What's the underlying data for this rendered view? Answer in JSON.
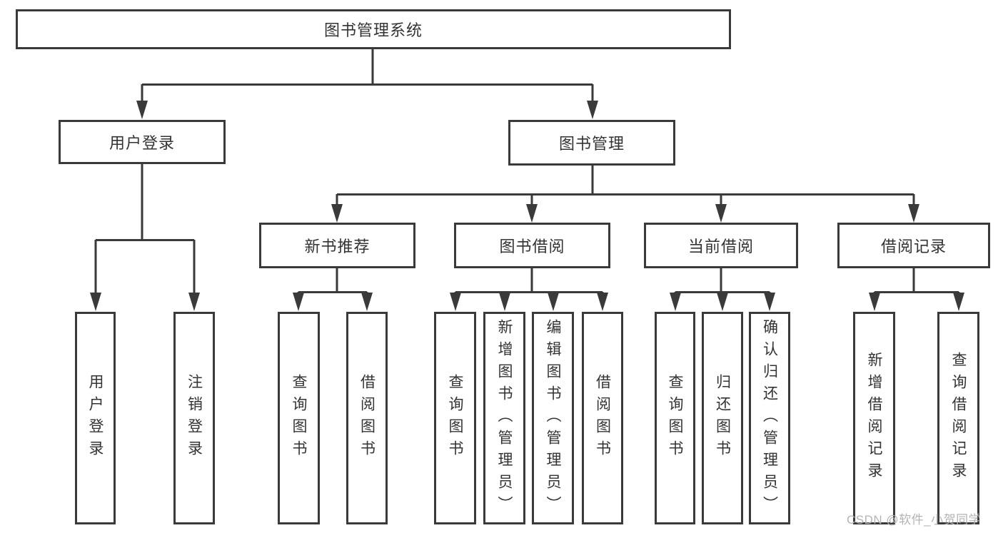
{
  "colors": {
    "line": "#3a3a3a",
    "text": "#333333",
    "background": "#ffffff",
    "watermark": "#b3b3b3"
  },
  "watermark": {
    "text": "CSDN @软件_小贺同学"
  },
  "tree": {
    "label": "图书管理系统",
    "children": [
      {
        "label": "用户登录",
        "children": [
          {
            "label": "用户登录"
          },
          {
            "label": "注销登录"
          }
        ]
      },
      {
        "label": "图书管理",
        "children": [
          {
            "label": "新书推荐",
            "children": [
              {
                "label": "查询图书"
              },
              {
                "label": "借阅图书"
              }
            ]
          },
          {
            "label": "图书借阅",
            "children": [
              {
                "label": "查询图书"
              },
              {
                "label": "新增图书（管理员）"
              },
              {
                "label": "编辑图书（管理员）"
              },
              {
                "label": "借阅图书"
              }
            ]
          },
          {
            "label": "当前借阅",
            "children": [
              {
                "label": "查询图书"
              },
              {
                "label": "归还图书"
              },
              {
                "label": "确认归还（管理员）"
              }
            ]
          },
          {
            "label": "借阅记录",
            "children": [
              {
                "label": "新增借阅记录"
              },
              {
                "label": "查询借阅记录"
              }
            ]
          }
        ]
      }
    ]
  }
}
